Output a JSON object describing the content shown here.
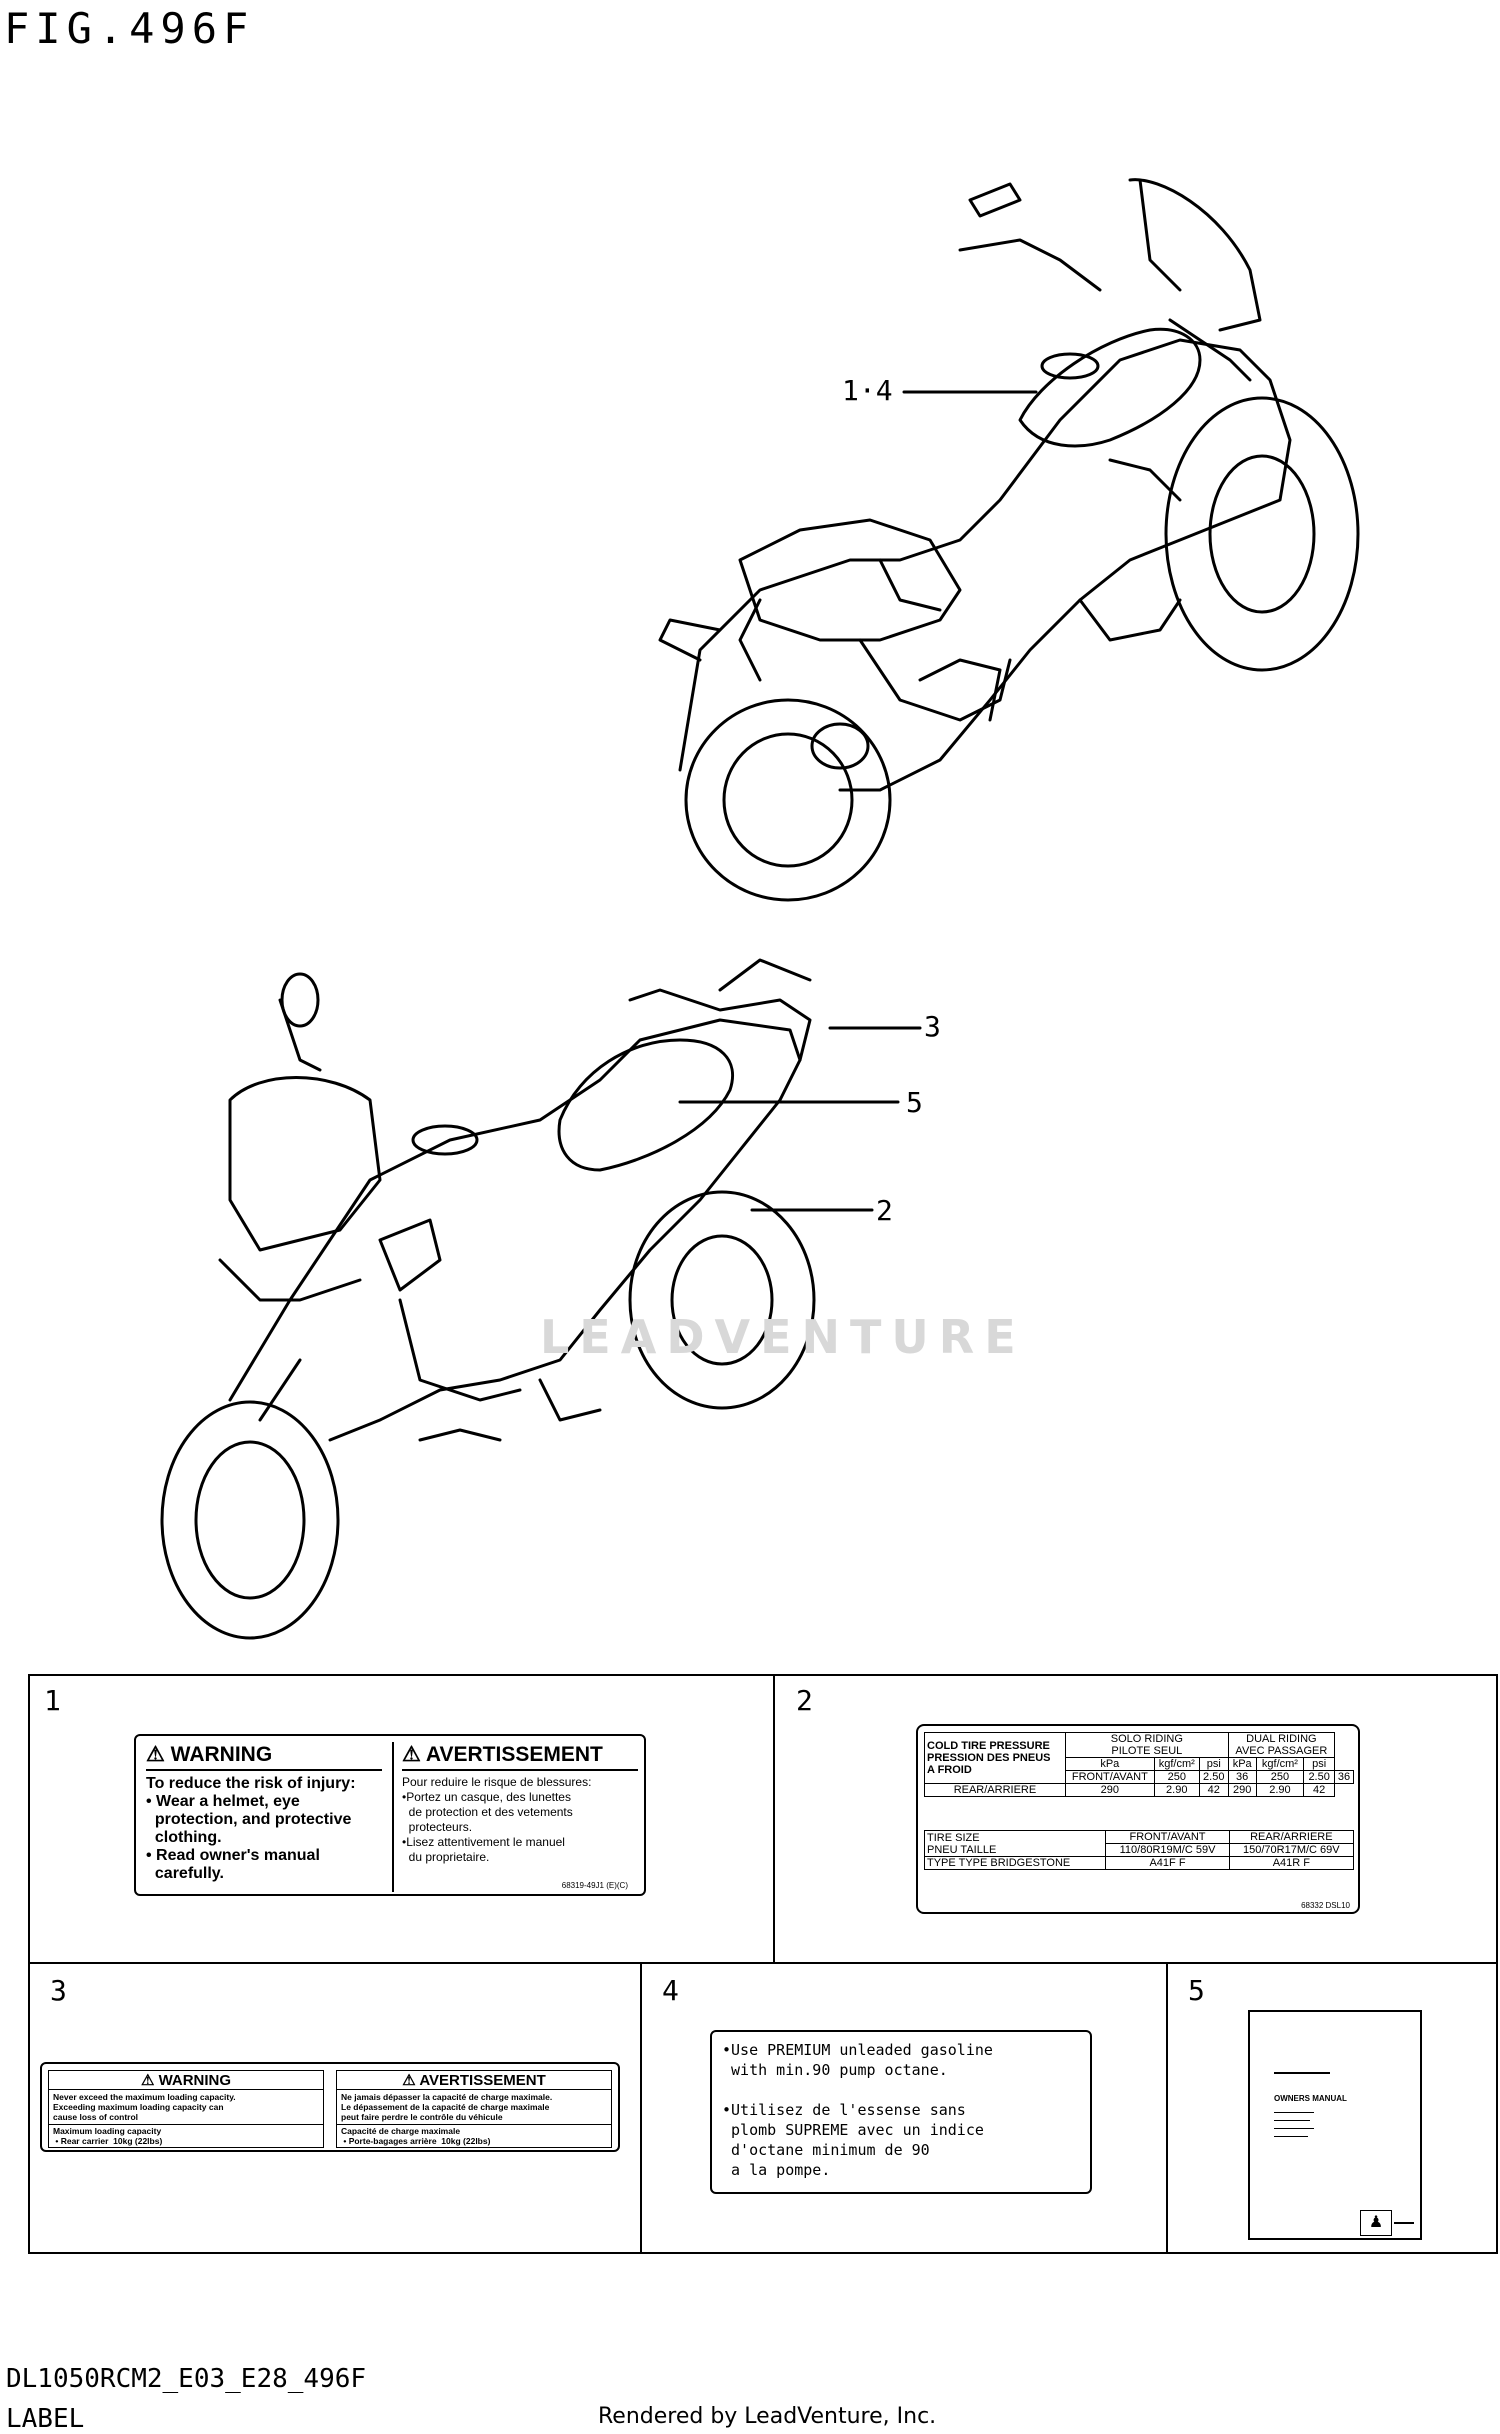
{
  "figure": {
    "title": "FIG.496F",
    "model_code": "DL1050RCM2_E03_E28_496F",
    "section": "LABEL",
    "credit": "Rendered by LeadVenture, Inc.",
    "watermark": "LEADVENTURE"
  },
  "callouts": [
    {
      "label": "1·4",
      "icon": "callout-leader"
    },
    {
      "label": "3",
      "icon": "callout-leader"
    },
    {
      "label": "5",
      "icon": "callout-leader"
    },
    {
      "label": "2",
      "icon": "callout-leader"
    }
  ],
  "panels": [
    {
      "number": "1"
    },
    {
      "number": "2"
    },
    {
      "number": "3"
    },
    {
      "number": "4"
    },
    {
      "number": "5"
    }
  ],
  "label1": {
    "warning_header": "WARNING",
    "warning_text": "To reduce the risk of injury:\n• Wear a helmet, eye\n  protection, and protective\n  clothing.\n• Read owner's manual\n  carefully.",
    "avert_header": "AVERTISSEMENT",
    "avert_text": "Pour reduire le risque de blessures:\n•Portez un casque, des lunettes\n  de protection et des vetements\n  protecteurs.\n•Lisez attentivement le manuel\n  du proprietaire.",
    "code": "68319-49J1  (E)(C)"
  },
  "label2": {
    "cold_tire": "COLD TIRE PRESSURE",
    "pression": "PRESSION DES PNEUS",
    "a_froid": "A FROID",
    "solo": "SOLO RIDING",
    "pilote": "PILOTE SEUL",
    "dual": "DUAL RIDING",
    "avec": "AVEC PASSAGER",
    "units": [
      "kPa",
      "kgf/cm²",
      "psi",
      "kPa",
      "kgf/cm²",
      "psi"
    ],
    "front": "FRONT/AVANT",
    "rear": "REAR/ARRIERE",
    "front_values": [
      "250",
      "2.50",
      "36",
      "250",
      "2.50",
      "36"
    ],
    "rear_values": [
      "290",
      "2.90",
      "42",
      "290",
      "2.90",
      "42"
    ],
    "tire_size": "TIRE SIZE",
    "pneu_taille": "PNEU TAILLE",
    "front_avant": "FRONT/AVANT",
    "rear_arriere": "REAR/ARRIERE",
    "front_size": "110/80R19M/C 59V",
    "rear_size": "150/70R17M/C 69V",
    "type": "TYPE",
    "type2": "TYPE",
    "brand": "BRIDGESTONE",
    "front_type": "A41F F",
    "rear_type": "A41R F",
    "code": "68332 DSL10"
  },
  "label3": {
    "warning_header": "WARNING",
    "warning_text": "Never exceed the maximum loading capacity.\nExceeding maximum loading capacity can\ncause loss of control",
    "warning_cap": "Maximum loading capacity\n • Rear carrier  10kg (22lbs)",
    "avert_header": "AVERTISSEMENT",
    "avert_text": "Ne jamais dépasser la capacité de charge maximale.\nLe dépassement de la capacité de charge maximale\npeut faire perdre le contrôle du véhicule",
    "avert_cap": "Capacité de charge maximale\n • Porte-bagages arrière  10kg (22lbs)"
  },
  "label4": {
    "text": "•Use PREMIUM unleaded gasoline\n with min.90 pump octane.\n\n•Utilisez de l'essense sans\n plomb SUPREME avec un indice\n d'octane minimum de 90\n a la pompe."
  },
  "label5": {
    "title": "OWNERS MANUAL"
  }
}
